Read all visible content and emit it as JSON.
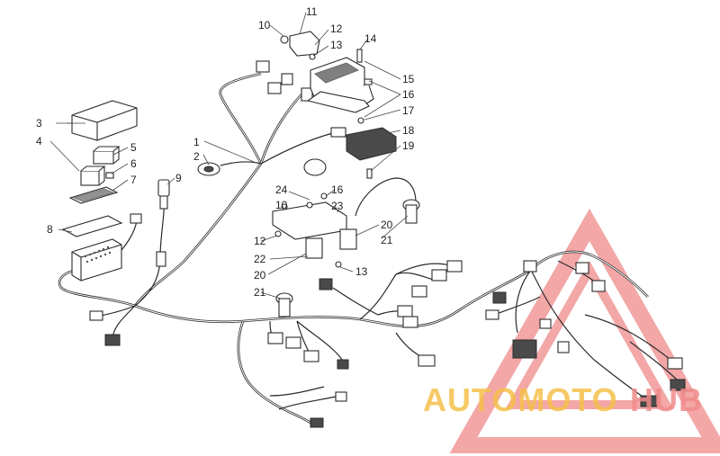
{
  "labels": [
    {
      "id": "1"
    },
    {
      "id": "2"
    },
    {
      "id": "3"
    },
    {
      "id": "4"
    },
    {
      "id": "5"
    },
    {
      "id": "6"
    },
    {
      "id": "7"
    },
    {
      "id": "8"
    },
    {
      "id": "9"
    },
    {
      "id": "10"
    },
    {
      "id": "10b"
    },
    {
      "id": "11"
    },
    {
      "id": "12"
    },
    {
      "id": "12b"
    },
    {
      "id": "13"
    },
    {
      "id": "13b"
    },
    {
      "id": "14"
    },
    {
      "id": "15"
    },
    {
      "id": "16"
    },
    {
      "id": "16b"
    },
    {
      "id": "17"
    },
    {
      "id": "18"
    },
    {
      "id": "19"
    },
    {
      "id": "20"
    },
    {
      "id": "20b"
    },
    {
      "id": "21"
    },
    {
      "id": "21b"
    },
    {
      "id": "22"
    },
    {
      "id": "23"
    },
    {
      "id": "24"
    }
  ],
  "label_text": {
    "1": "1",
    "2": "2",
    "3": "3",
    "4": "4",
    "5": "5",
    "6": "6",
    "7": "7",
    "8": "8",
    "9": "9",
    "10": "10",
    "10b": "10",
    "11": "11",
    "12": "12",
    "12b": "12",
    "13": "13",
    "13b": "13",
    "14": "14",
    "15": "15",
    "16": "16",
    "16b": "16",
    "17": "17",
    "18": "18",
    "19": "19",
    "20": "20",
    "20b": "20",
    "21": "21",
    "21b": "21",
    "22": "22",
    "23": "23",
    "24": "24"
  },
  "watermark": {
    "text_a": "AUTOMOTO",
    "text_b": "HUB",
    "color_primary": "#f08a8a",
    "color_secondary": "#f5c04a"
  }
}
